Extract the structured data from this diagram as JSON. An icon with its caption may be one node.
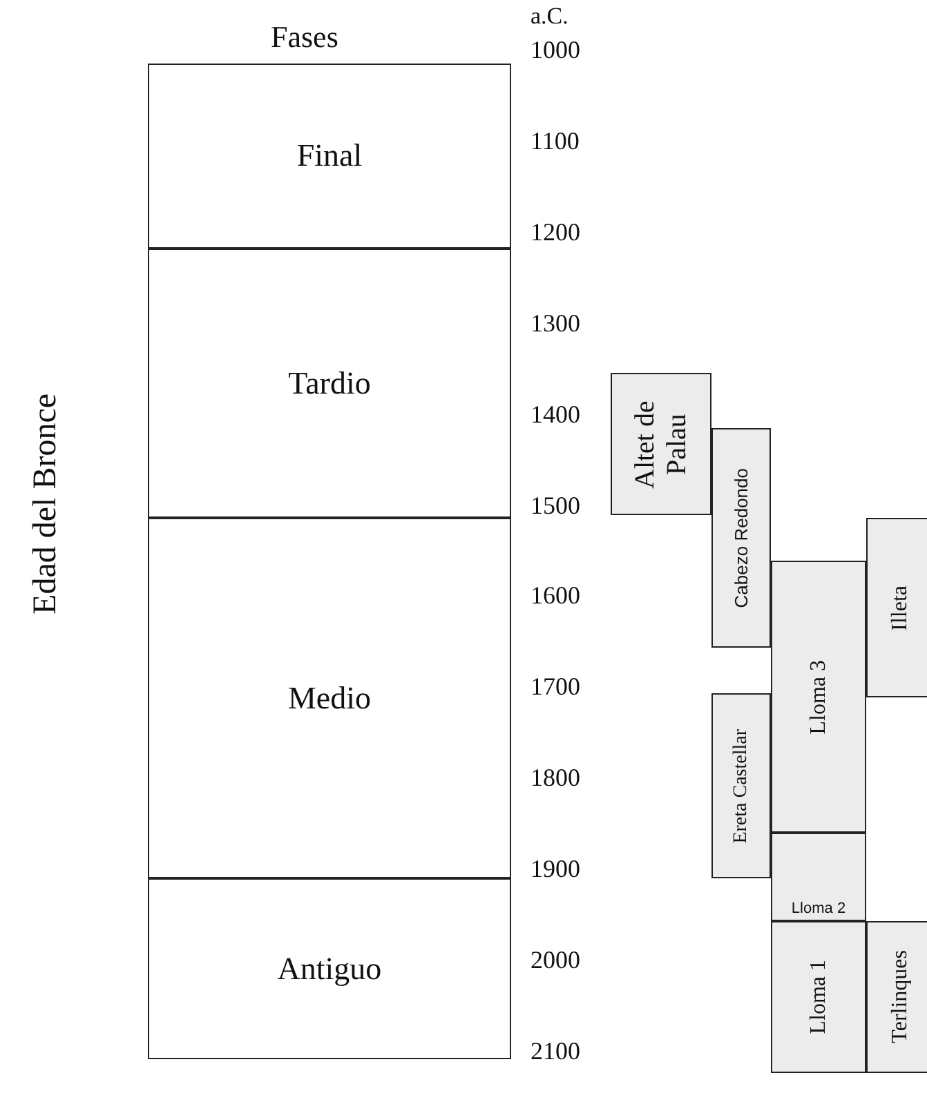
{
  "diagram": {
    "nodes": [
      {
        "text": [
          "Final"
        ]
      },
      {
        "text": [
          "Tardio"
        ]
      },
      {
        "text": [
          "Medio"
        ]
      },
      {
        "text": [
          "Antiguo"
        ]
      },
      {
        "text": [
          "Altet de Palau"
        ]
      },
      {
        "text": [
          "Cabezo Redondo"
        ]
      },
      {
        "text": [
          "Illeta"
        ]
      },
      {
        "text": [
          "Lloma 3"
        ]
      },
      {
        "text": [
          "Ereta Castellar"
        ]
      },
      {
        "text": [
          "Lloma 2"
        ]
      },
      {
        "text": [
          "Lloma 1"
        ]
      },
      {
        "text": [
          "Terlinques"
        ]
      }
    ],
    "labels": [
      "Edad del Bronce",
      "Fases",
      "a.C.",
      "1000",
      "1100",
      "1200",
      "1300",
      "1400",
      "1500",
      "1600",
      "1700",
      "1800",
      "1900",
      "2000",
      "2100"
    ]
  }
}
